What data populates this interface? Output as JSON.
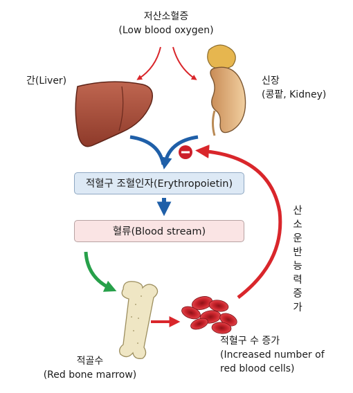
{
  "title": {
    "korean": "저산소혈증",
    "english": "(Low blood oxygen)"
  },
  "liver": {
    "label": "간(Liver)"
  },
  "kidney": {
    "line1": "신장",
    "line2": "(콩팥, Kidney)"
  },
  "epo_box": {
    "label": "적혈구 조혈인자(Erythropoietin)"
  },
  "blood_box": {
    "label": "혈류(Blood stream)"
  },
  "feedback": {
    "sign": "−",
    "lines": [
      "산소",
      "운반",
      "능력",
      "증가"
    ]
  },
  "bone_marrow": {
    "line1": "적골수",
    "line2": "(Red bone marrow)"
  },
  "rbc": {
    "line1": "적혈구 수 증가",
    "line2": "(Increased number of",
    "line3": "red blood cells)"
  },
  "colors": {
    "red_arrow": "#d9262b",
    "blue_arrow": "#1f5fa8",
    "green_arrow": "#27a04a",
    "liver": "#a84e3a",
    "kidney": "#d8a572",
    "bone": "#efe6c4",
    "rbc": "#c9252d",
    "epo_fill": "#dde9f5",
    "blood_fill": "#fae4e4"
  }
}
